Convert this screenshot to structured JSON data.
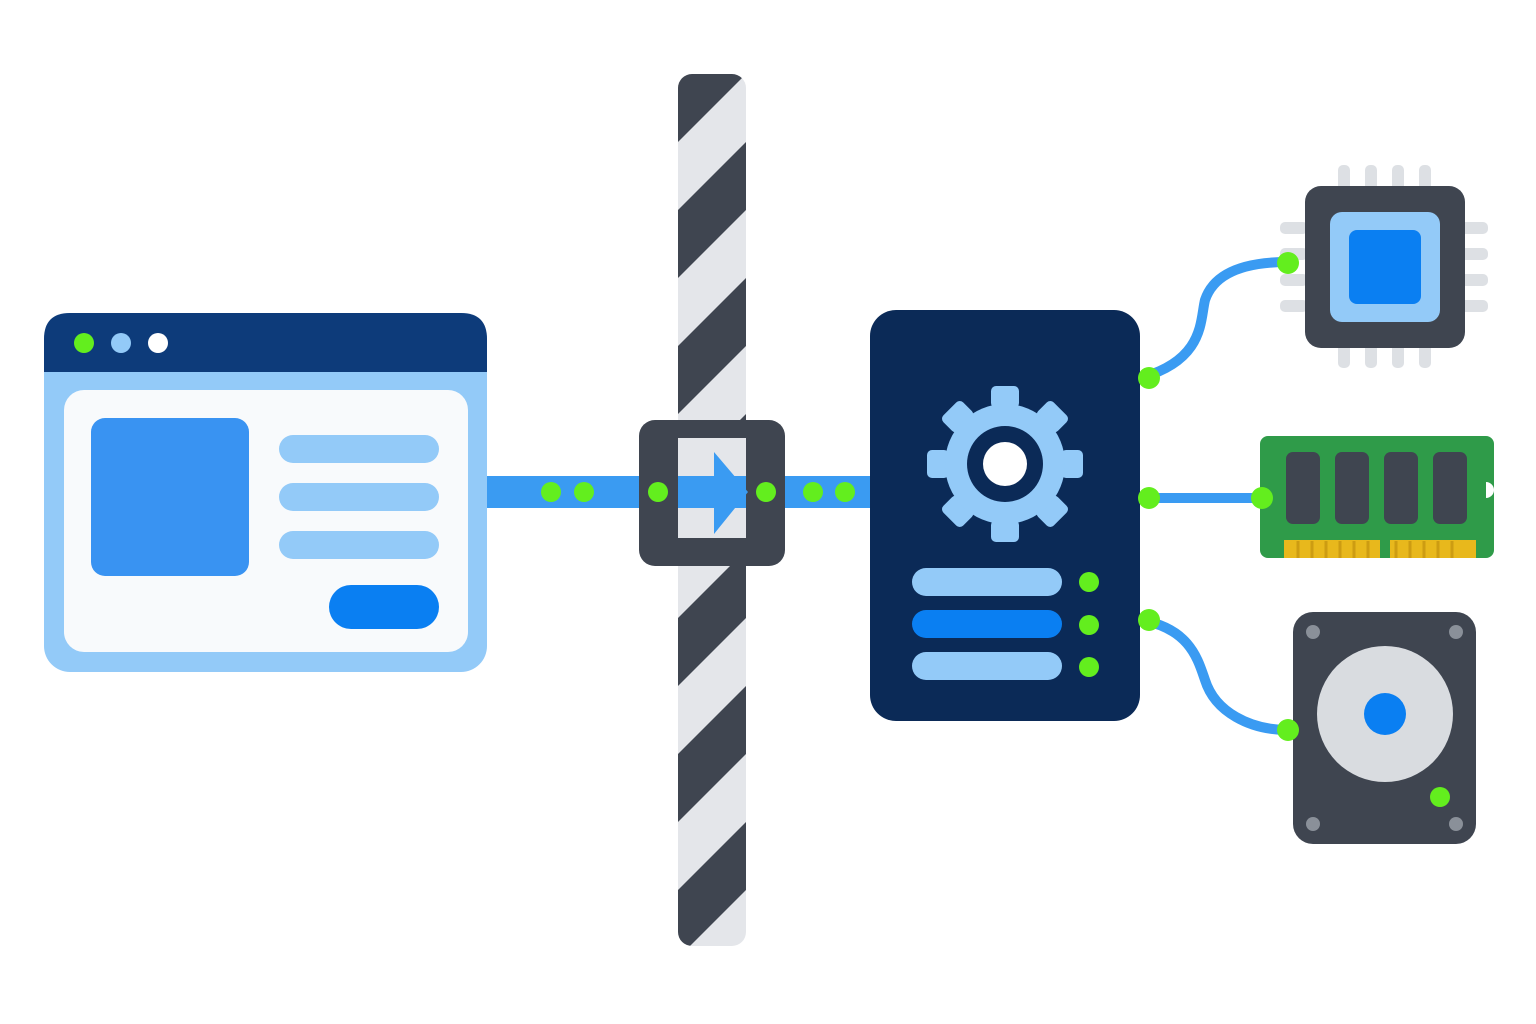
{
  "diagram": {
    "description_visible_text": "",
    "colors": {
      "navy": "#0B2A57",
      "window_header": "#0D3B7A",
      "light_blue": "#93CAF8",
      "mid_blue": "#3993F2",
      "accent_blue": "#0A7FF2",
      "pipe_blue": "#3A9BF2",
      "dark_gray": "#3F4550",
      "stripe_light": "#E4E6EA",
      "connector_green": "#63EE1E",
      "board_green": "#2F9B49",
      "gold": "#E8B81C",
      "disk_gray": "#D9DCE0",
      "pin_gray": "#DDE0E4",
      "white": "#FFFFFF"
    },
    "nodes": [
      {
        "id": "client-window",
        "icon": "browser-window-icon"
      },
      {
        "id": "gateway-barrier",
        "icon": "barrier-icon"
      },
      {
        "id": "server",
        "icon": "server-gear-icon"
      },
      {
        "id": "cpu",
        "icon": "cpu-chip-icon"
      },
      {
        "id": "ram",
        "icon": "ram-module-icon"
      },
      {
        "id": "disk",
        "icon": "hard-disk-icon"
      }
    ],
    "edges": [
      {
        "from": "client-window",
        "to": "gateway-barrier"
      },
      {
        "from": "gateway-barrier",
        "to": "server"
      },
      {
        "from": "server",
        "to": "cpu"
      },
      {
        "from": "server",
        "to": "ram"
      },
      {
        "from": "server",
        "to": "disk"
      }
    ]
  }
}
